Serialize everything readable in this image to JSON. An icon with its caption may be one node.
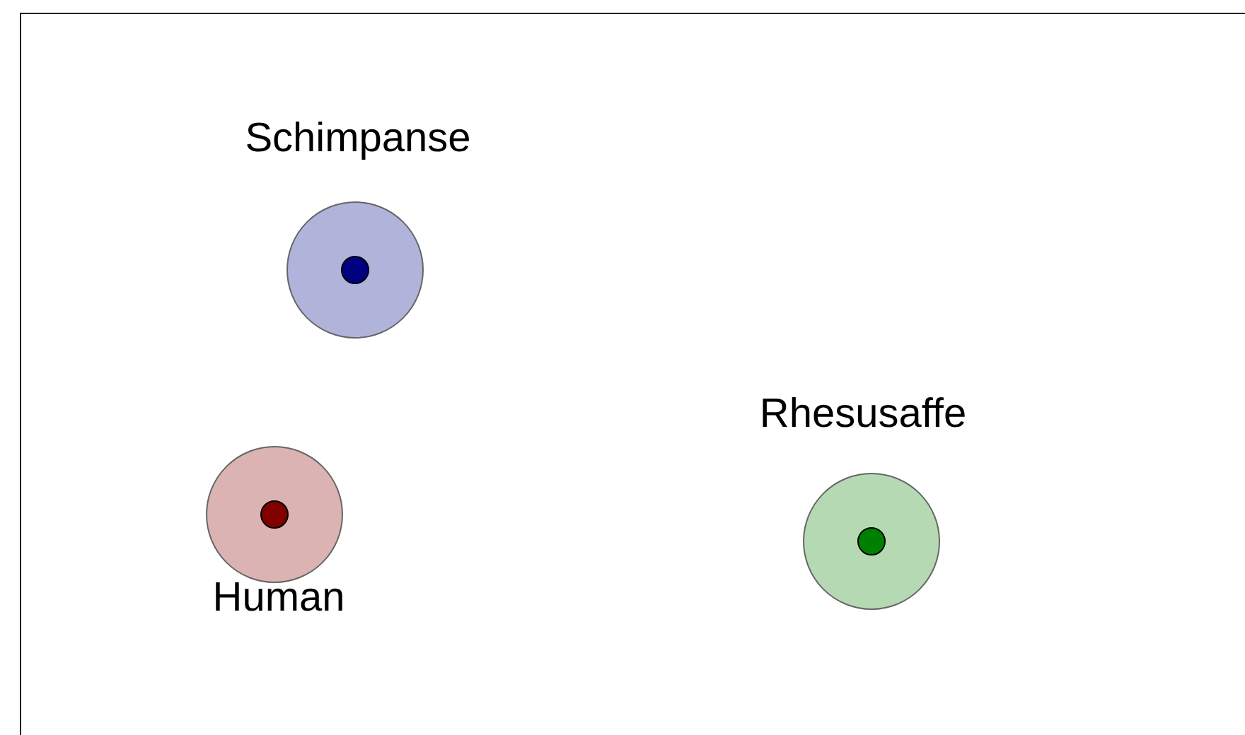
{
  "diagram": {
    "nodes": [
      {
        "text": [
          "Schimpanse"
        ]
      },
      {
        "text": [
          "Human"
        ]
      },
      {
        "text": [
          "Rhesusaffe"
        ]
      }
    ]
  }
}
